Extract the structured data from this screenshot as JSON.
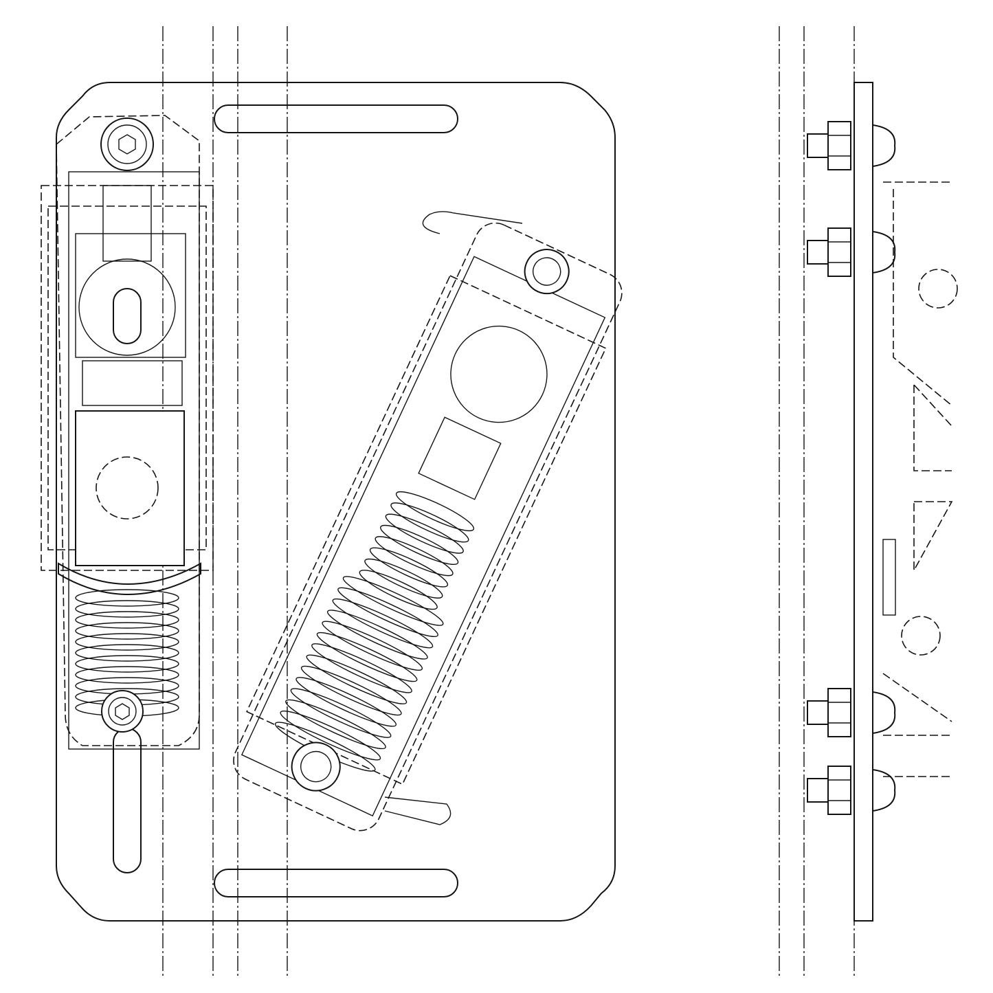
{
  "figure": {
    "kind": "technical drawing",
    "views": [
      "front-view",
      "side-view"
    ],
    "line_color": "#111111",
    "background_color": "#ffffff"
  }
}
